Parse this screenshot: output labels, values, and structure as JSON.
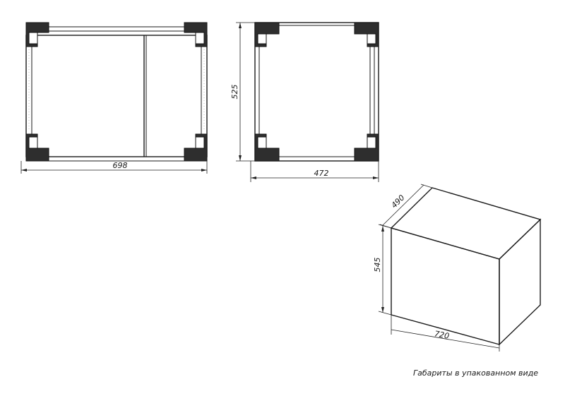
{
  "front_view": {
    "width_label": "698"
  },
  "side_view": {
    "height_label": "525",
    "width_label": "472"
  },
  "package_view": {
    "depth_label": "490",
    "height_label": "545",
    "width_label": "720"
  },
  "caption": "Габариты в упакованном виде"
}
